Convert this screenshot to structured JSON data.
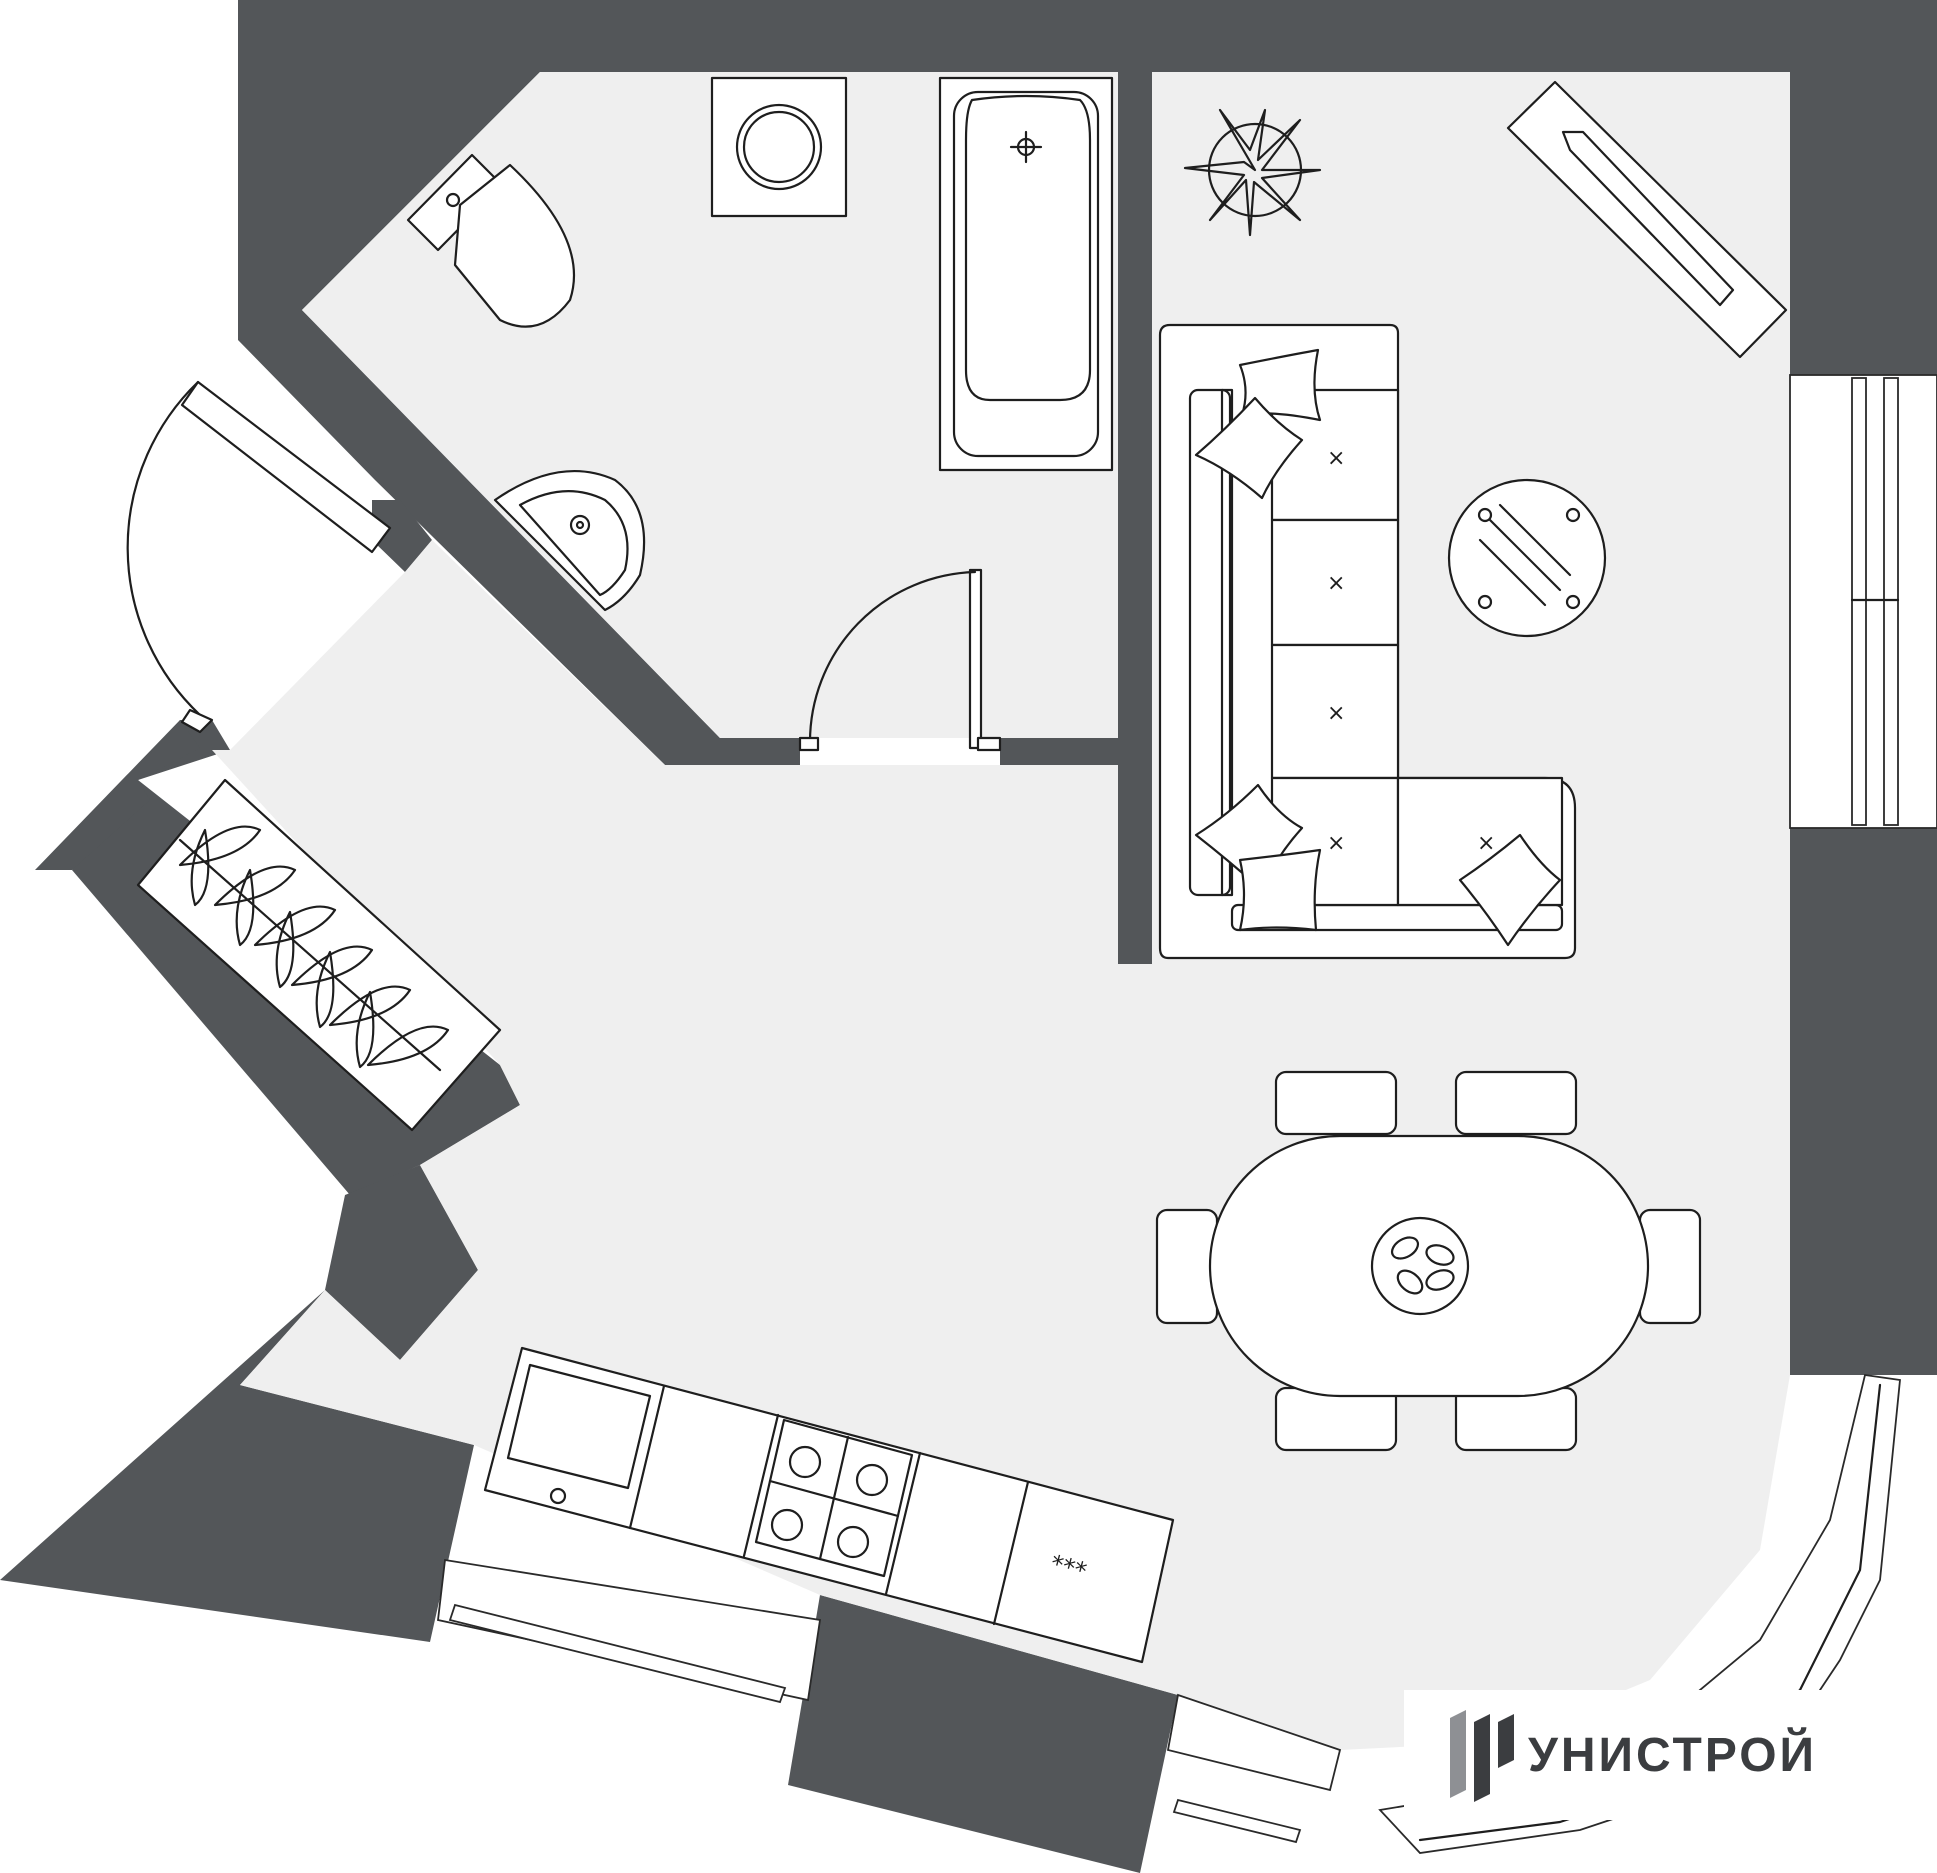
{
  "brand": {
    "name": "УНИСТРОЙ",
    "colors": {
      "wall": "#535659",
      "floor": "#efefef",
      "line": "#1e1e1e",
      "logo": "#3b3d40"
    }
  },
  "plan": {
    "rooms": [
      "bathroom",
      "living-kitchen"
    ],
    "furniture": [
      "toilet",
      "washing-machine",
      "bathtub",
      "corner-sink",
      "plant",
      "tv-stand",
      "corner-sofa",
      "round-coffee-table",
      "shoe-rack",
      "kitchen-counter",
      "dining-table",
      "dining-chairs"
    ],
    "sofa_cushion_mark": "×",
    "counter_panel_mark": "***"
  }
}
